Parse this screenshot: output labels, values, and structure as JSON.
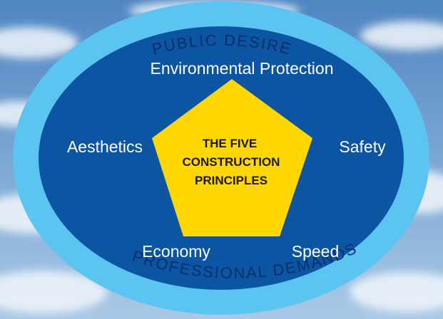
{
  "colors": {
    "sky_top": "#4f86c2",
    "sky_bottom": "#a9c8e6",
    "cloud": "#f2f6fb",
    "outer_ring": "#5cc4f0",
    "inner_fill": "#0b55a3",
    "pentagon_fill": "#ffd700",
    "pentagon_text": "#1a1a1a",
    "label_text": "#ffffff",
    "ring_text": "#0a2e6b"
  },
  "ring": {
    "top_text": "PUBLIC DESIRE",
    "bottom_text": "PROFESSIONAL DEMANDS"
  },
  "center": {
    "line1": "THE FIVE",
    "line2": "CONSTRUCTION",
    "line3": "PRINCIPLES"
  },
  "principles": {
    "environmental_protection": "Environmental Protection",
    "aesthetics": "Aesthetics",
    "safety": "Safety",
    "economy": "Economy",
    "speed": "Speed"
  }
}
